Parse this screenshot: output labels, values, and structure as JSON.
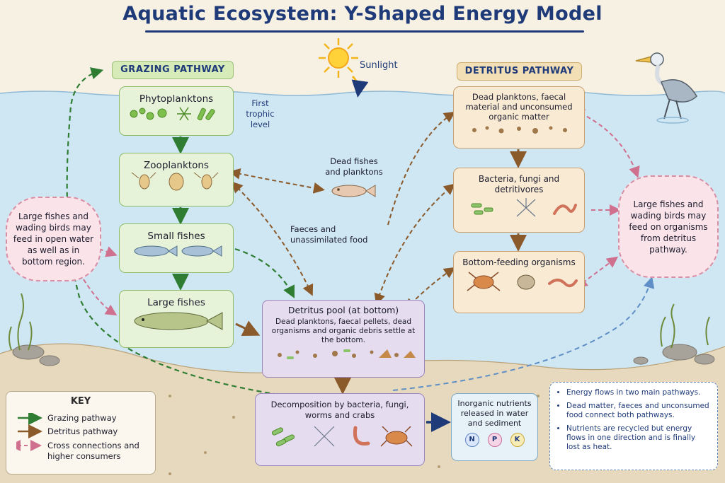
{
  "title": "Aquatic Ecosystem: Y-Shaped Energy Model",
  "sun_label": "Sunlight",
  "grazing": {
    "banner": "GRAZING PATHWAY",
    "boxes": [
      "Phytoplanktons",
      "Zooplanktons",
      "Small fishes",
      "Large fishes"
    ],
    "first_trophic": "First trophic level"
  },
  "detritus": {
    "banner": "DETRITUS PATHWAY",
    "box1": "Dead planktons, faecal material and unconsumed organic matter",
    "box2": "Bacteria, fungi and detritivores",
    "box3": "Bottom-feeding organisms"
  },
  "labels": {
    "dead_fishes": "Dead fishes and planktons",
    "faeces": "Faeces and unassimilated food"
  },
  "left_cloud": "Large fishes and wading birds may feed in open water as well as in bottom region.",
  "right_cloud": "Large fishes and wading birds may feed on organisms from detritus pathway.",
  "pool": {
    "title": "Detritus pool (at bottom)",
    "desc": "Dead planktons, faecal pellets, dead organisms and organic debris settle at the bottom."
  },
  "decomposition": "Decomposition by bacteria, fungi, worms and crabs",
  "nutrients": {
    "title": "Inorganic nutrients released in water and sediment",
    "items": [
      "N",
      "P",
      "K"
    ]
  },
  "key": {
    "title": "KEY",
    "items": [
      "Grazing pathway",
      "Detritus pathway",
      "Cross connections and higher consumers"
    ]
  },
  "notes": [
    "Energy flows in two main pathways.",
    "Dead matter, faeces and unconsumed food connect both pathways.",
    "Nutrients are recycled but energy flows in one direction and is finally lost as heat."
  ],
  "colors": {
    "grazing": "#2e7d32",
    "detritus": "#8b5a2b",
    "cross": "#d0708f",
    "water": "#cfe6f3",
    "sediment": "#e7d9bd",
    "title": "#1f3a78"
  }
}
